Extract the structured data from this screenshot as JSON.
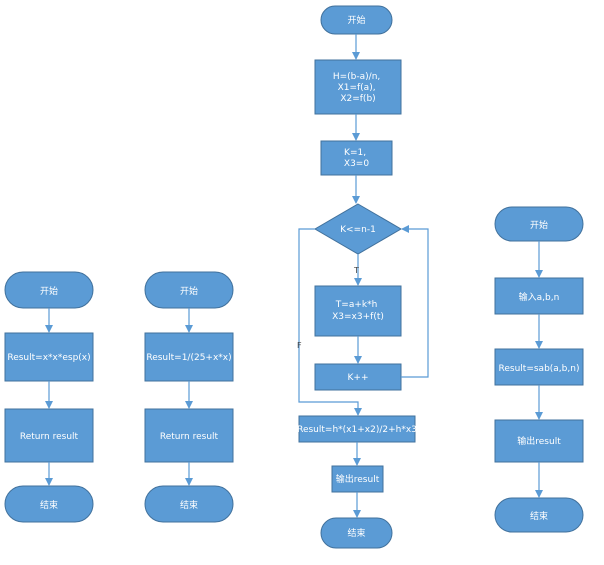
{
  "colors": {
    "fill": "#5b9bd5",
    "stroke": "#41719c",
    "arrow": "#5b9bd5",
    "text": "#ffffff"
  },
  "flow1": {
    "start": "开始",
    "calc": "Result=x*x*esp(x)",
    "ret": "Return result",
    "end": "结束"
  },
  "flow2": {
    "start": "开始",
    "calc": "Result=1/(25+x*x)",
    "ret": "Return result",
    "end": "结束"
  },
  "flow3": {
    "start": "开始",
    "init": [
      "H=(b-a)/n,",
      "X1=f(a),",
      "X2=f(b)"
    ],
    "set": [
      "K=1,",
      "X3=0"
    ],
    "cond": "K<=n-1",
    "true_label": "T",
    "false_label": "F",
    "loop_body": [
      "T=a+k*h",
      "X3=x3+f(t)"
    ],
    "incr": "K++",
    "result": "Result=h*(x1+x2)/2+h*x3",
    "output": "输出result",
    "end": "结束"
  },
  "flow4": {
    "start": "开始",
    "input": "输入a,b,n",
    "calc": "Result=sab(a,b,n)",
    "output": "输出result",
    "end": "结束"
  }
}
